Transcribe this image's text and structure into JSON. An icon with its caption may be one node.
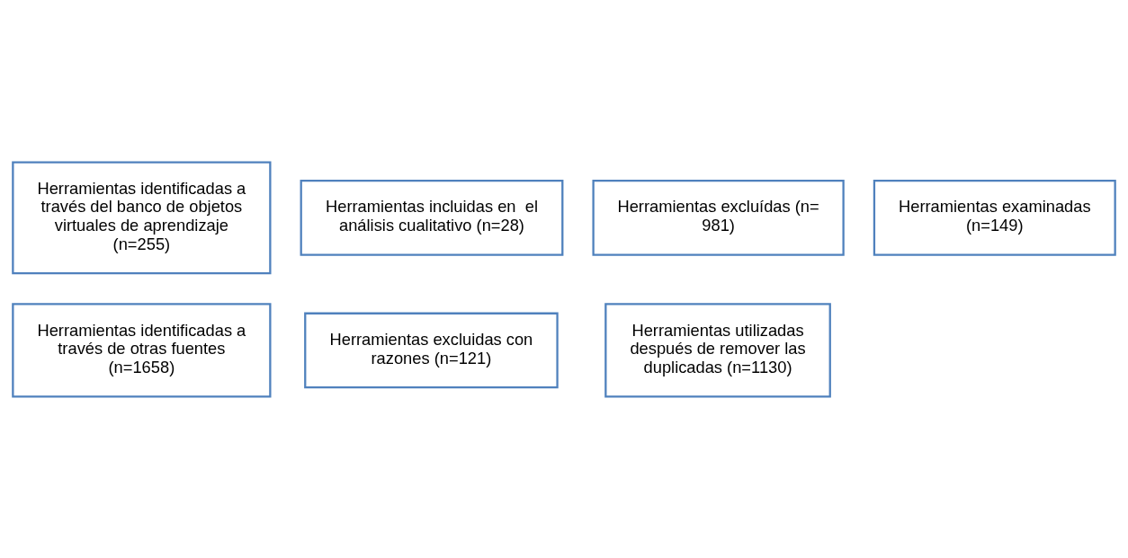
{
  "diagram": {
    "nodes": [
      {
        "text": [
          "Herramientas identificadas a través de otras fuentes (n=1658)"
        ]
      },
      {
        "text": [
          "Herramientas identificadas a través del banco de objetos virtuales de aprendizaje (n=255)"
        ]
      },
      {
        "text": [
          "Herramientas utilizadas después de remover las duplicadas (n=1130)"
        ]
      },
      {
        "text": [
          "Herramientas excluídas (n= 981)"
        ]
      },
      {
        "text": [
          "Herramientas examinadas (n=149)"
        ]
      },
      {
        "text": [
          "Herramientas excluidas con razones (n=121)"
        ]
      },
      {
        "text": [
          "Herramientas incluidas en  el análisis cualitativo (n=28)"
        ]
      }
    ]
  }
}
